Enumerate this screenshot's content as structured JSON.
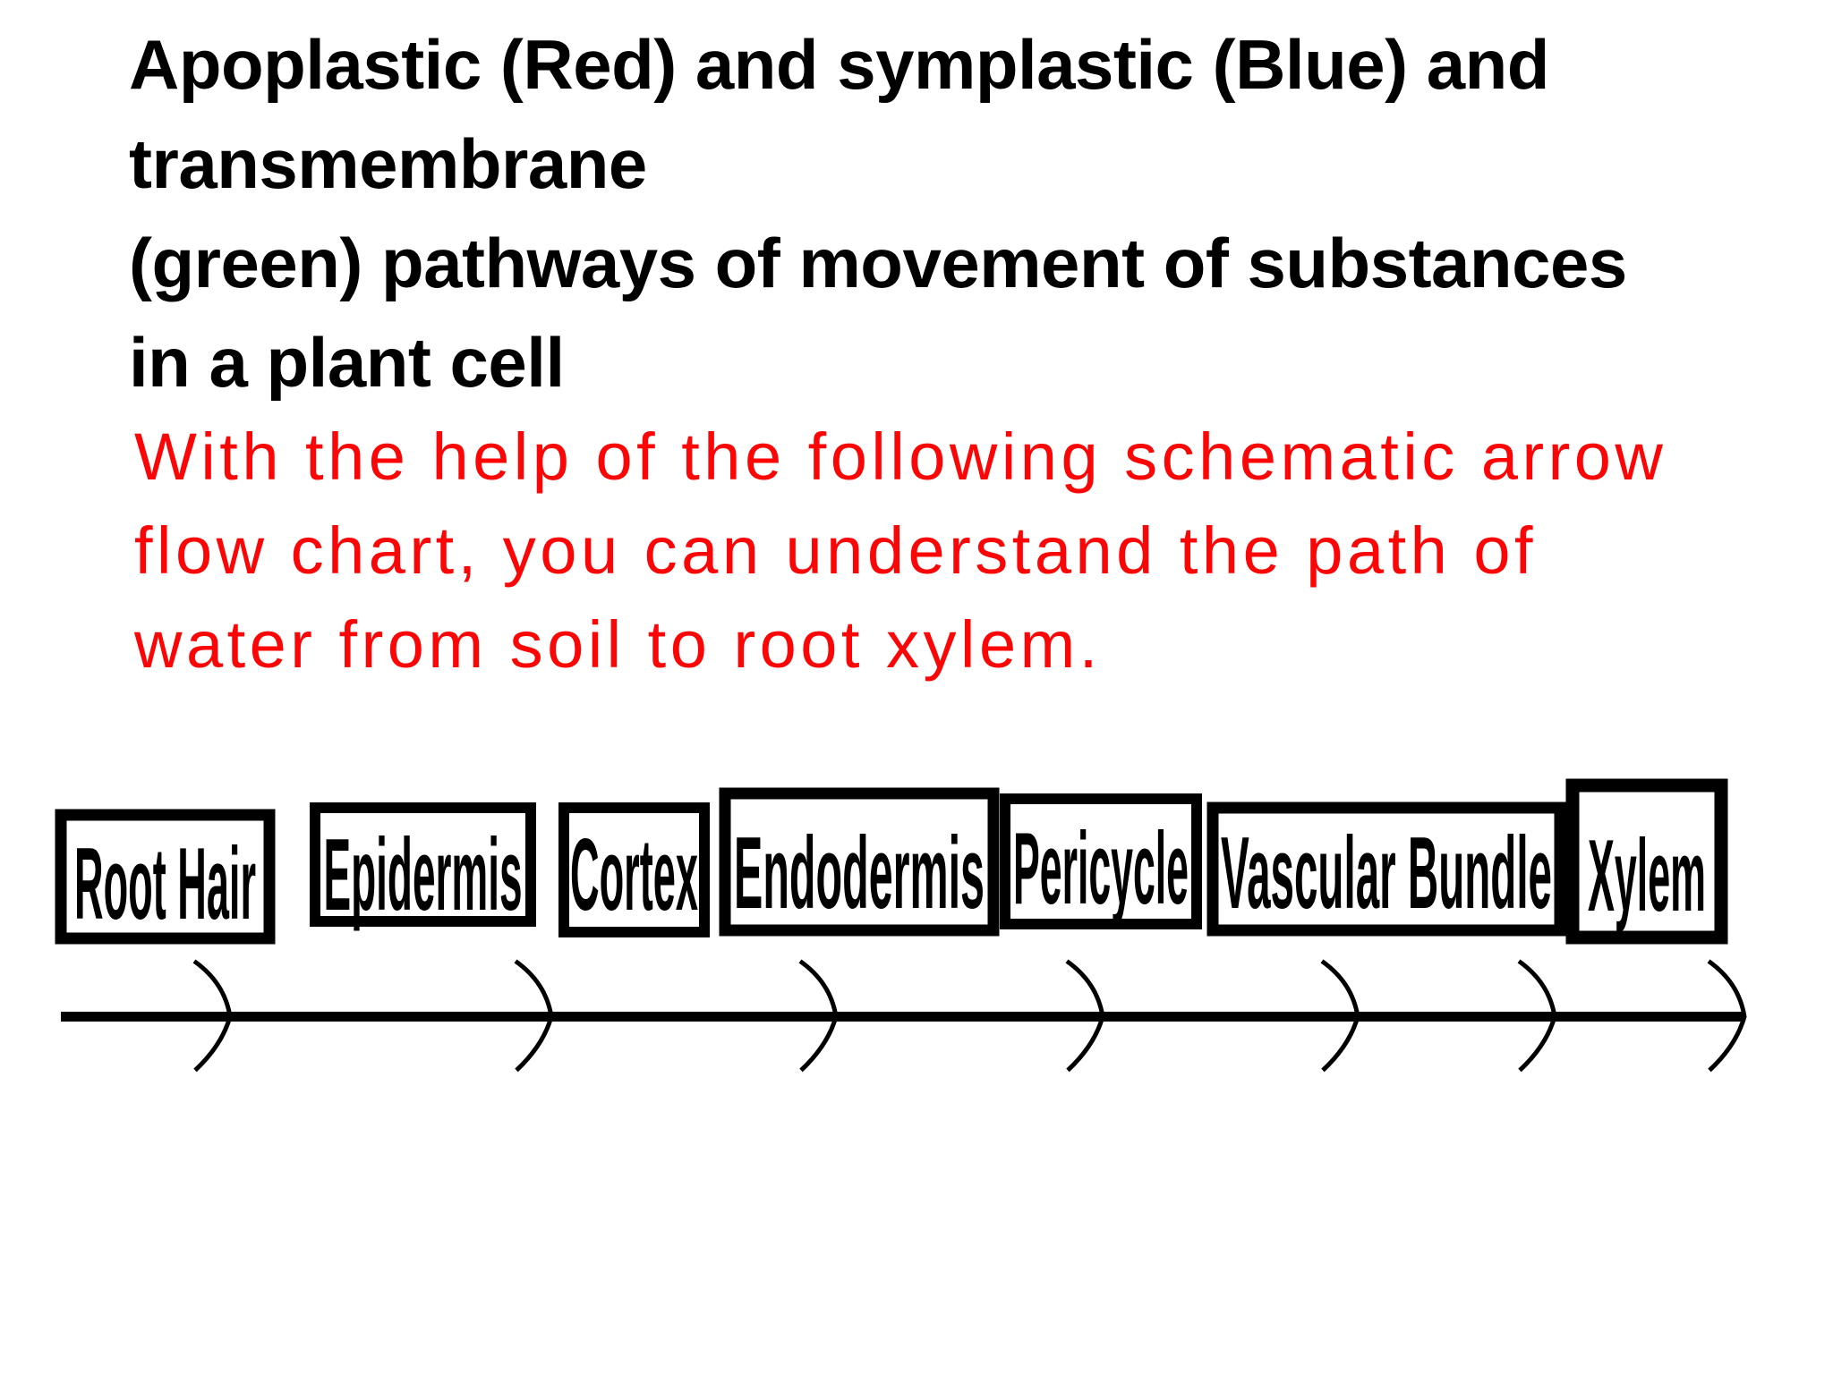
{
  "slide": {
    "title_lines": [
      "Apoplastic (Red) and symplastic (Blue) and",
      "transmembrane",
      "(green) pathways of movement of substances",
      "in a plant cell"
    ],
    "note_lines": [
      "With the help of the following schematic arrow",
      "flow chart, you can understand the path of",
      "water from soil to root xylem."
    ],
    "colors": {
      "title_text": "#000000",
      "note_text": "#fa0606",
      "diagram_ink": "#000000",
      "background": "#ffffff"
    }
  },
  "flowchart": {
    "boxes": [
      {
        "label": "Root Hair"
      },
      {
        "label": "Epidermis"
      },
      {
        "label": "Cortex"
      },
      {
        "label": "Endodermis"
      },
      {
        "label": "Pericycle"
      },
      {
        "label": "Vascular Bundle"
      },
      {
        "label": "Xylem"
      }
    ],
    "arrow_chevron_count": 7
  }
}
